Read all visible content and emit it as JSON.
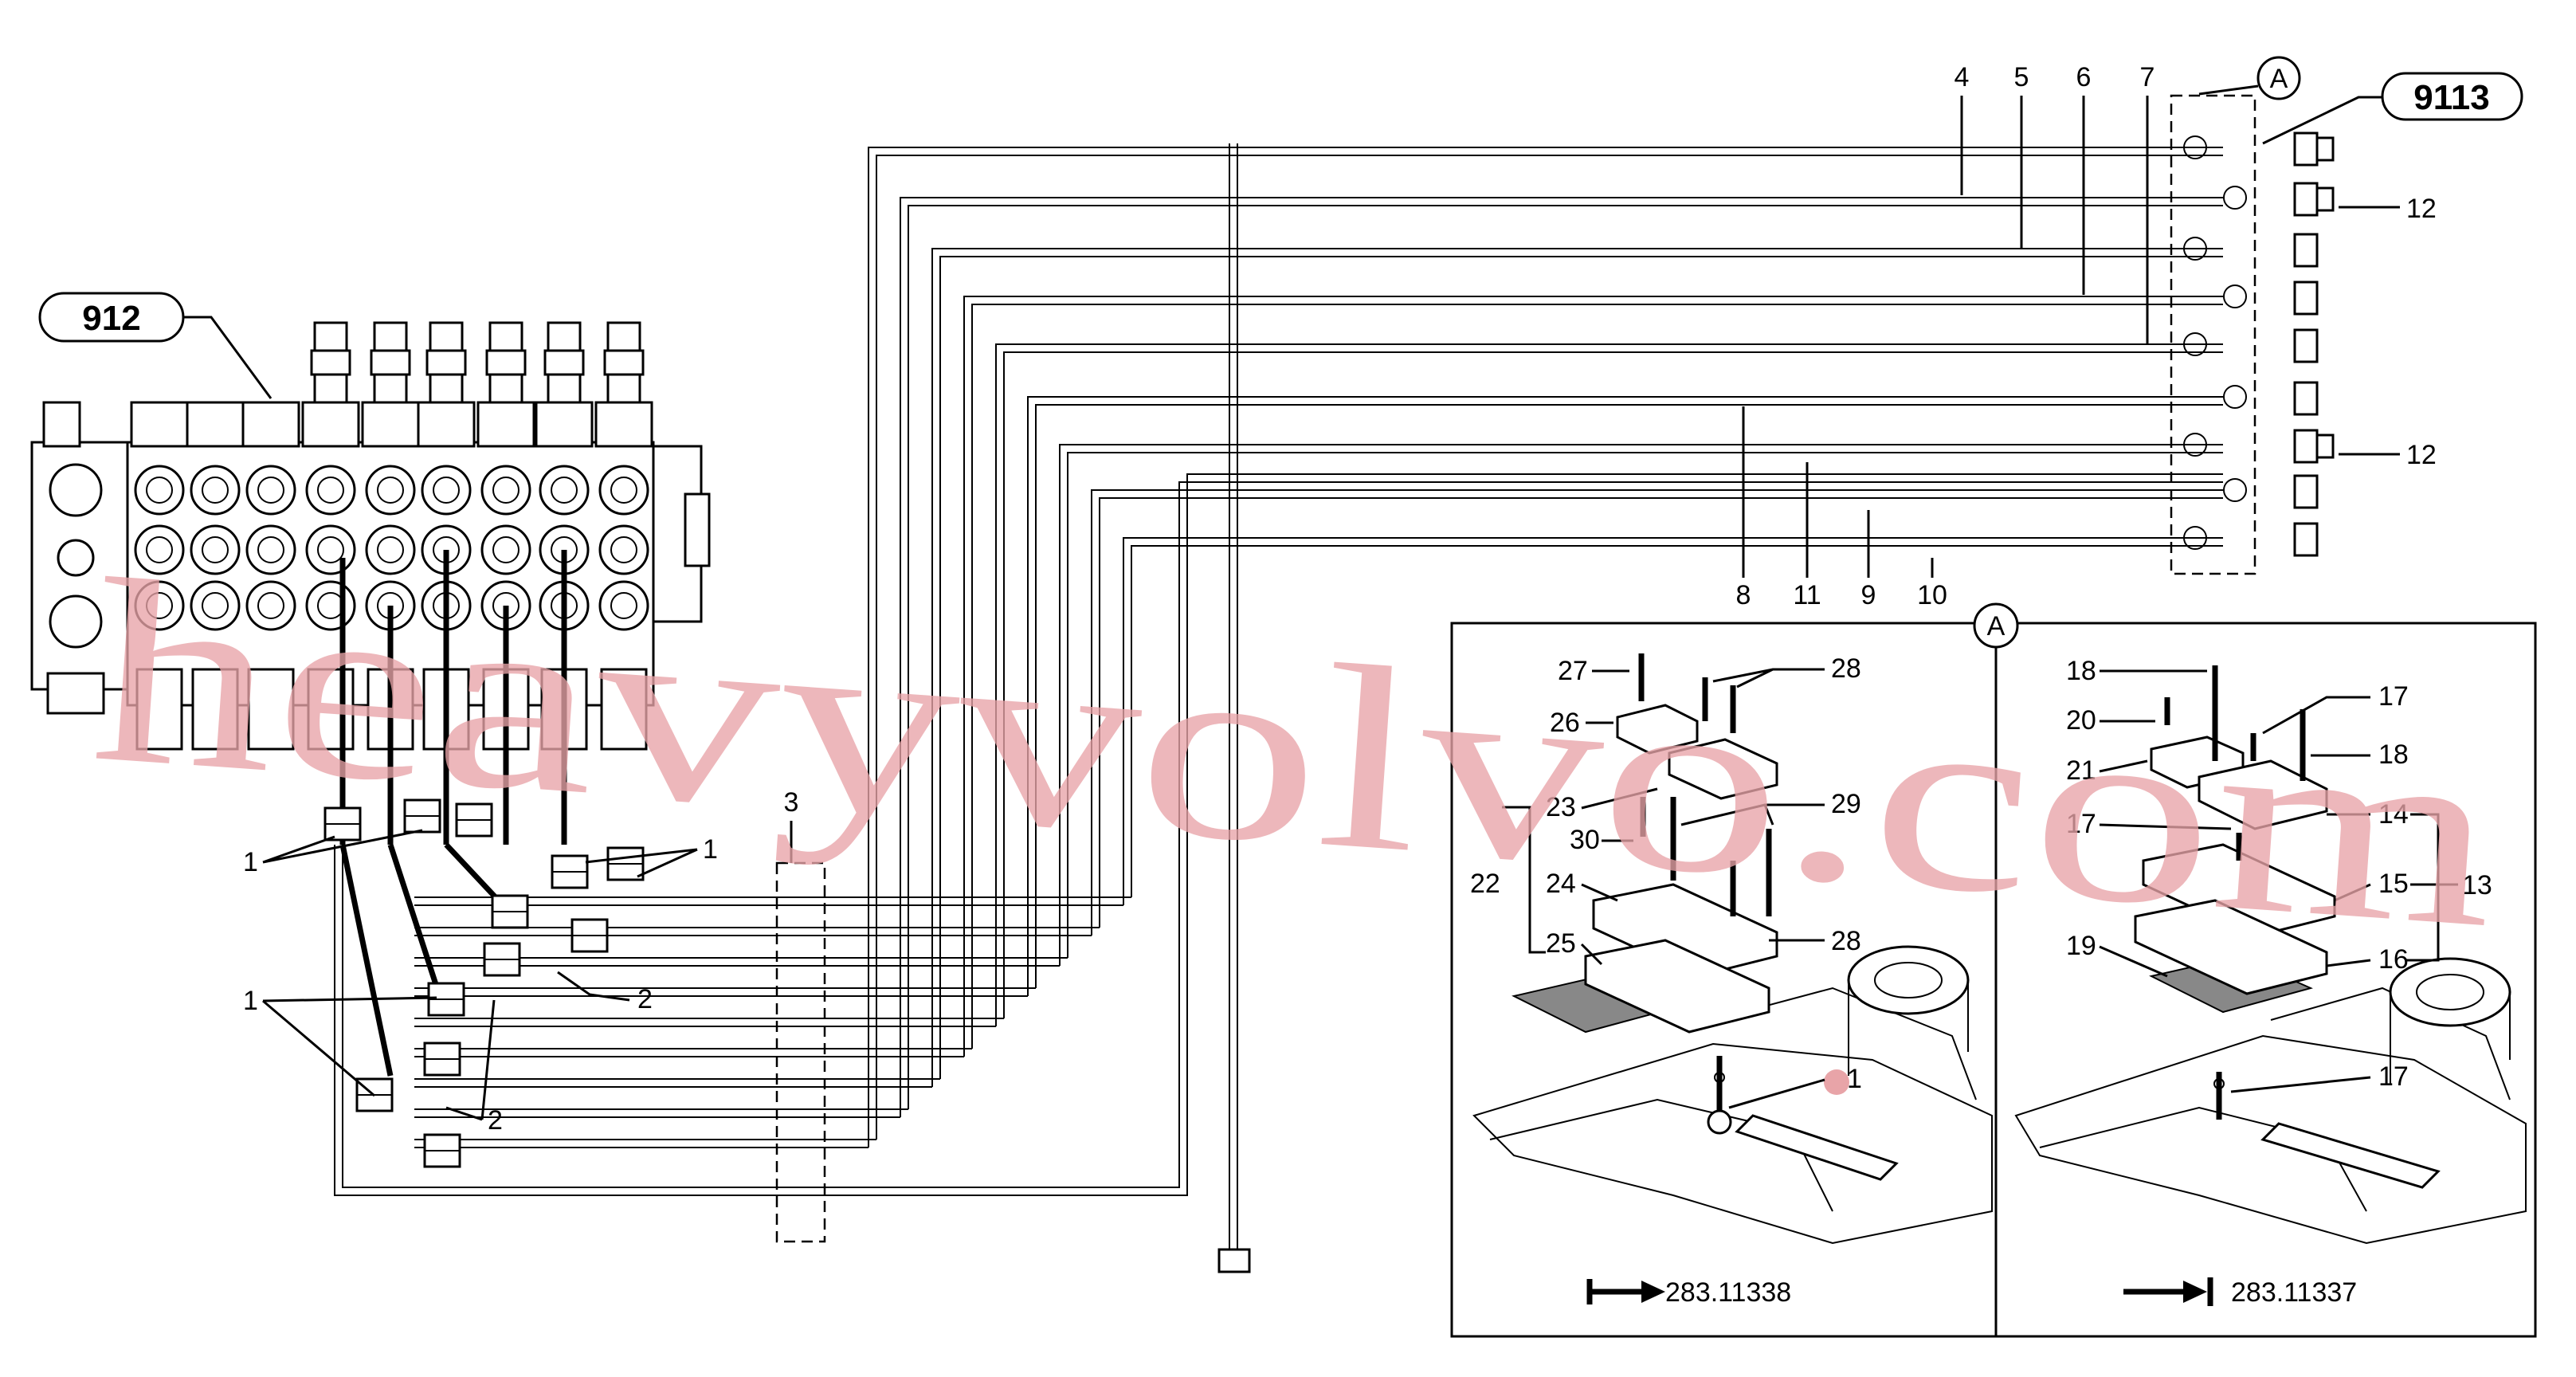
{
  "badges": {
    "valve_block": "912",
    "connector_block": "9113"
  },
  "detail": {
    "marker": "A",
    "left_ref": "283.11338",
    "right_ref": "283.11337"
  },
  "labels": {
    "top": [
      "4",
      "5",
      "6",
      "7"
    ],
    "bottom": [
      "8",
      "11",
      "9",
      "10"
    ],
    "right_12": "12",
    "pipe_1": "1",
    "pipe_2": "2",
    "pipe_3": "3",
    "left_panel": [
      "27",
      "28",
      "26",
      "23",
      "29",
      "30",
      "22",
      "24",
      "25",
      "28",
      "1"
    ],
    "right_panel": [
      "18",
      "17",
      "20",
      "18",
      "21",
      "17",
      "14",
      "15",
      "13",
      "16",
      "19",
      "17"
    ]
  },
  "watermark": "heavyvolvo.com"
}
